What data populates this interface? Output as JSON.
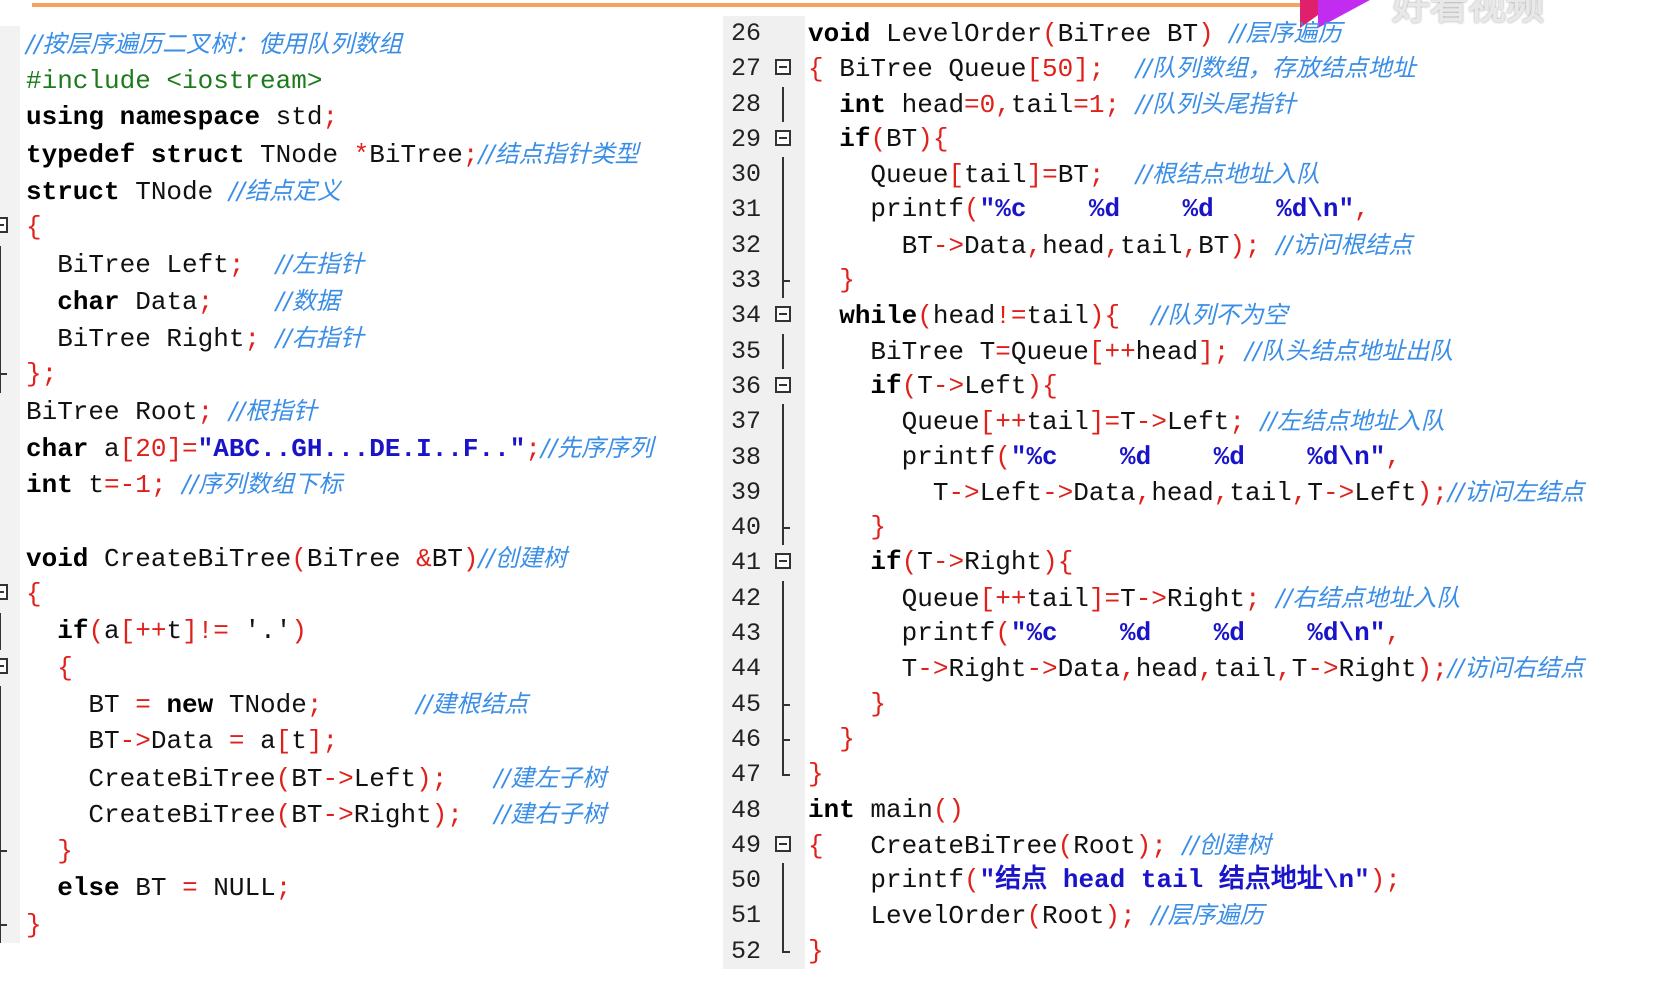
{
  "watermark": {
    "text": "好看视频"
  },
  "colors": {
    "keyword": "#000000",
    "operator": "#e0201a",
    "string": "#1a14c8",
    "comment": "#3a8ee6",
    "preprocessor": "#1c7c1c",
    "accent_line": "#f5a15f"
  },
  "left": {
    "lines": [
      [
        [
          "c",
          "//按层序遍历二叉树：使用队列数组"
        ]
      ],
      [
        [
          "g",
          "#include <iostream>"
        ]
      ],
      [
        [
          "k",
          "using"
        ],
        [
          "p",
          " "
        ],
        [
          "k",
          "namespace"
        ],
        [
          "p",
          " std"
        ],
        [
          "r",
          ";"
        ]
      ],
      [
        [
          "k",
          "typedef"
        ],
        [
          "p",
          " "
        ],
        [
          "k",
          "struct"
        ],
        [
          "p",
          " TNode "
        ],
        [
          "r",
          "*"
        ],
        [
          "p",
          "BiTree"
        ],
        [
          "r",
          ";"
        ],
        [
          "c",
          "//结点指针类型"
        ]
      ],
      [
        [
          "k",
          "struct"
        ],
        [
          "p",
          " TNode "
        ],
        [
          "c",
          "//结点定义"
        ]
      ],
      [
        [
          "r",
          "{"
        ]
      ],
      [
        [
          "p",
          "  BiTree Left"
        ],
        [
          "r",
          ";"
        ],
        [
          "p",
          "  "
        ],
        [
          "c",
          "//左指针"
        ]
      ],
      [
        [
          "p",
          "  "
        ],
        [
          "k",
          "char"
        ],
        [
          "p",
          " Data"
        ],
        [
          "r",
          ";"
        ],
        [
          "p",
          "    "
        ],
        [
          "c",
          "//数据"
        ]
      ],
      [
        [
          "p",
          "  BiTree Right"
        ],
        [
          "r",
          ";"
        ],
        [
          "p",
          " "
        ],
        [
          "c",
          "//右指针"
        ]
      ],
      [
        [
          "r",
          "};"
        ]
      ],
      [
        [
          "p",
          "BiTree Root"
        ],
        [
          "r",
          ";"
        ],
        [
          "p",
          " "
        ],
        [
          "c",
          "//根指针"
        ]
      ],
      [
        [
          "k",
          "char"
        ],
        [
          "p",
          " a"
        ],
        [
          "r",
          "[20]="
        ],
        [
          "s",
          "\"ABC..GH...DE.I..F..\""
        ],
        [
          "r",
          ";"
        ],
        [
          "c",
          "//先序序列"
        ]
      ],
      [
        [
          "k",
          "int"
        ],
        [
          "p",
          " t"
        ],
        [
          "r",
          "=-1;"
        ],
        [
          "p",
          " "
        ],
        [
          "c",
          "//序列数组下标"
        ]
      ],
      [],
      [
        [
          "k",
          "void"
        ],
        [
          "p",
          " CreateBiTree"
        ],
        [
          "r",
          "("
        ],
        [
          "p",
          "BiTree "
        ],
        [
          "r",
          "&"
        ],
        [
          "p",
          "BT"
        ],
        [
          "r",
          ")"
        ],
        [
          "c",
          "//创建树"
        ]
      ],
      [
        [
          "r",
          "{"
        ]
      ],
      [
        [
          "p",
          "  "
        ],
        [
          "k",
          "if"
        ],
        [
          "r",
          "("
        ],
        [
          "p",
          "a"
        ],
        [
          "r",
          "[++"
        ],
        [
          "p",
          "t"
        ],
        [
          "r",
          "]!="
        ],
        [
          "p",
          " '.'"
        ],
        [
          "r",
          ")"
        ]
      ],
      [
        [
          "p",
          "  "
        ],
        [
          "r",
          "{"
        ]
      ],
      [
        [
          "p",
          "    BT "
        ],
        [
          "r",
          "="
        ],
        [
          "p",
          " "
        ],
        [
          "k",
          "new"
        ],
        [
          "p",
          " TNode"
        ],
        [
          "r",
          ";"
        ],
        [
          "p",
          "      "
        ],
        [
          "c",
          "//建根结点"
        ]
      ],
      [
        [
          "p",
          "    BT"
        ],
        [
          "r",
          "->"
        ],
        [
          "p",
          "Data "
        ],
        [
          "r",
          "="
        ],
        [
          "p",
          " a"
        ],
        [
          "r",
          "["
        ],
        [
          "p",
          "t"
        ],
        [
          "r",
          "];"
        ]
      ],
      [
        [
          "p",
          "    CreateBiTree"
        ],
        [
          "r",
          "("
        ],
        [
          "p",
          "BT"
        ],
        [
          "r",
          "->"
        ],
        [
          "p",
          "Left"
        ],
        [
          "r",
          ");"
        ],
        [
          "p",
          "   "
        ],
        [
          "c",
          "//建左子树"
        ]
      ],
      [
        [
          "p",
          "    CreateBiTree"
        ],
        [
          "r",
          "("
        ],
        [
          "p",
          "BT"
        ],
        [
          "r",
          "->"
        ],
        [
          "p",
          "Right"
        ],
        [
          "r",
          ");"
        ],
        [
          "p",
          "  "
        ],
        [
          "c",
          "//建右子树"
        ]
      ],
      [
        [
          "p",
          "  "
        ],
        [
          "r",
          "}"
        ]
      ],
      [
        [
          "p",
          "  "
        ],
        [
          "k",
          "else"
        ],
        [
          "p",
          " BT "
        ],
        [
          "r",
          "="
        ],
        [
          "p",
          " NULL"
        ],
        [
          "r",
          ";"
        ]
      ],
      [
        [
          "r",
          "}"
        ]
      ]
    ],
    "folds": [
      "",
      "",
      "",
      "",
      "",
      "box",
      "bar",
      "bar",
      "bar",
      "tick",
      "",
      "",
      "",
      "",
      "",
      "box",
      "bar",
      "box",
      "bar",
      "bar",
      "bar",
      "bar",
      "tick",
      "bar",
      "tick"
    ]
  },
  "right": {
    "line_numbers": [
      "26",
      "27",
      "28",
      "29",
      "30",
      "31",
      "32",
      "33",
      "34",
      "35",
      "36",
      "37",
      "38",
      "39",
      "40",
      "41",
      "42",
      "43",
      "44",
      "45",
      "46",
      "47",
      "48",
      "49",
      "50",
      "51",
      "52"
    ],
    "folds": [
      "",
      "box",
      "bar",
      "box",
      "bar",
      "bar",
      "bar",
      "tick",
      "box",
      "bar",
      "box",
      "bar",
      "bar",
      "bar",
      "tick",
      "box",
      "bar",
      "bar",
      "bar",
      "tick",
      "tick",
      "end",
      "",
      "box",
      "bar",
      "bar",
      "end"
    ],
    "lines": [
      [
        [
          "k",
          "void"
        ],
        [
          "p",
          " LevelOrder"
        ],
        [
          "r",
          "("
        ],
        [
          "p",
          "BiTree BT"
        ],
        [
          "r",
          ")"
        ],
        [
          "p",
          " "
        ],
        [
          "c",
          "//层序遍历"
        ]
      ],
      [
        [
          "r",
          "{"
        ],
        [
          "p",
          " BiTree Queue"
        ],
        [
          "r",
          "[50];"
        ],
        [
          "p",
          "  "
        ],
        [
          "c",
          "//队列数组，存放结点地址"
        ]
      ],
      [
        [
          "p",
          "  "
        ],
        [
          "k",
          "int"
        ],
        [
          "p",
          " head"
        ],
        [
          "r",
          "=0,"
        ],
        [
          "p",
          "tail"
        ],
        [
          "r",
          "=1;"
        ],
        [
          "p",
          " "
        ],
        [
          "c",
          "//队列头尾指针"
        ]
      ],
      [
        [
          "p",
          "  "
        ],
        [
          "k",
          "if"
        ],
        [
          "r",
          "("
        ],
        [
          "p",
          "BT"
        ],
        [
          "r",
          "){"
        ]
      ],
      [
        [
          "p",
          "    Queue"
        ],
        [
          "r",
          "["
        ],
        [
          "p",
          "tail"
        ],
        [
          "r",
          "]="
        ],
        [
          "p",
          "BT"
        ],
        [
          "r",
          ";"
        ],
        [
          "p",
          "  "
        ],
        [
          "c",
          "//根结点地址入队"
        ]
      ],
      [
        [
          "p",
          "    printf"
        ],
        [
          "r",
          "("
        ],
        [
          "s",
          "\"%c    %d    %d    %d\\n\""
        ],
        [
          "r",
          ","
        ]
      ],
      [
        [
          "p",
          "      BT"
        ],
        [
          "r",
          "->"
        ],
        [
          "p",
          "Data"
        ],
        [
          "r",
          ","
        ],
        [
          "p",
          "head"
        ],
        [
          "r",
          ","
        ],
        [
          "p",
          "tail"
        ],
        [
          "r",
          ","
        ],
        [
          "p",
          "BT"
        ],
        [
          "r",
          ");"
        ],
        [
          "p",
          " "
        ],
        [
          "c",
          "//访问根结点"
        ]
      ],
      [
        [
          "p",
          "  "
        ],
        [
          "r",
          "}"
        ]
      ],
      [
        [
          "p",
          "  "
        ],
        [
          "k",
          "while"
        ],
        [
          "r",
          "("
        ],
        [
          "p",
          "head"
        ],
        [
          "r",
          "!="
        ],
        [
          "p",
          "tail"
        ],
        [
          "r",
          "){"
        ],
        [
          "p",
          "  "
        ],
        [
          "c",
          "//队列不为空"
        ]
      ],
      [
        [
          "p",
          "    BiTree T"
        ],
        [
          "r",
          "="
        ],
        [
          "p",
          "Queue"
        ],
        [
          "r",
          "[++"
        ],
        [
          "p",
          "head"
        ],
        [
          "r",
          "];"
        ],
        [
          "p",
          " "
        ],
        [
          "c",
          "//队头结点地址出队"
        ]
      ],
      [
        [
          "p",
          "    "
        ],
        [
          "k",
          "if"
        ],
        [
          "r",
          "("
        ],
        [
          "p",
          "T"
        ],
        [
          "r",
          "->"
        ],
        [
          "p",
          "Left"
        ],
        [
          "r",
          "){"
        ]
      ],
      [
        [
          "p",
          "      Queue"
        ],
        [
          "r",
          "[++"
        ],
        [
          "p",
          "tail"
        ],
        [
          "r",
          "]="
        ],
        [
          "p",
          "T"
        ],
        [
          "r",
          "->"
        ],
        [
          "p",
          "Left"
        ],
        [
          "r",
          ";"
        ],
        [
          "p",
          " "
        ],
        [
          "c",
          "//左结点地址入队"
        ]
      ],
      [
        [
          "p",
          "      printf"
        ],
        [
          "r",
          "("
        ],
        [
          "s",
          "\"%c    %d    %d    %d\\n\""
        ],
        [
          "r",
          ","
        ]
      ],
      [
        [
          "p",
          "        T"
        ],
        [
          "r",
          "->"
        ],
        [
          "p",
          "Left"
        ],
        [
          "r",
          "->"
        ],
        [
          "p",
          "Data"
        ],
        [
          "r",
          ","
        ],
        [
          "p",
          "head"
        ],
        [
          "r",
          ","
        ],
        [
          "p",
          "tail"
        ],
        [
          "r",
          ","
        ],
        [
          "p",
          "T"
        ],
        [
          "r",
          "->"
        ],
        [
          "p",
          "Left"
        ],
        [
          "r",
          ");"
        ],
        [
          "c",
          "//访问左结点"
        ]
      ],
      [
        [
          "p",
          "    "
        ],
        [
          "r",
          "}"
        ]
      ],
      [
        [
          "p",
          "    "
        ],
        [
          "k",
          "if"
        ],
        [
          "r",
          "("
        ],
        [
          "p",
          "T"
        ],
        [
          "r",
          "->"
        ],
        [
          "p",
          "Right"
        ],
        [
          "r",
          "){"
        ]
      ],
      [
        [
          "p",
          "      Queue"
        ],
        [
          "r",
          "[++"
        ],
        [
          "p",
          "tail"
        ],
        [
          "r",
          "]="
        ],
        [
          "p",
          "T"
        ],
        [
          "r",
          "->"
        ],
        [
          "p",
          "Right"
        ],
        [
          "r",
          ";"
        ],
        [
          "p",
          " "
        ],
        [
          "c",
          "//右结点地址入队"
        ]
      ],
      [
        [
          "p",
          "      printf"
        ],
        [
          "r",
          "("
        ],
        [
          "s",
          "\"%c    %d    %d    %d\\n\""
        ],
        [
          "r",
          ","
        ]
      ],
      [
        [
          "p",
          "      T"
        ],
        [
          "r",
          "->"
        ],
        [
          "p",
          "Right"
        ],
        [
          "r",
          "->"
        ],
        [
          "p",
          "Data"
        ],
        [
          "r",
          ","
        ],
        [
          "p",
          "head"
        ],
        [
          "r",
          ","
        ],
        [
          "p",
          "tail"
        ],
        [
          "r",
          ","
        ],
        [
          "p",
          "T"
        ],
        [
          "r",
          "->"
        ],
        [
          "p",
          "Right"
        ],
        [
          "r",
          ");"
        ],
        [
          "c",
          "//访问右结点"
        ]
      ],
      [
        [
          "p",
          "    "
        ],
        [
          "r",
          "}"
        ]
      ],
      [
        [
          "p",
          "  "
        ],
        [
          "r",
          "}"
        ]
      ],
      [
        [
          "r",
          "}"
        ]
      ],
      [
        [
          "k",
          "int"
        ],
        [
          "p",
          " main"
        ],
        [
          "r",
          "()"
        ]
      ],
      [
        [
          "r",
          "{"
        ],
        [
          "p",
          "   CreateBiTree"
        ],
        [
          "r",
          "("
        ],
        [
          "p",
          "Root"
        ],
        [
          "r",
          ");"
        ],
        [
          "p",
          " "
        ],
        [
          "c",
          "//创建树"
        ]
      ],
      [
        [
          "p",
          "    printf"
        ],
        [
          "r",
          "("
        ],
        [
          "s",
          "\"结点 head tail 结点地址\\n\""
        ],
        [
          "r",
          ");"
        ]
      ],
      [
        [
          "p",
          "    LevelOrder"
        ],
        [
          "r",
          "("
        ],
        [
          "p",
          "Root"
        ],
        [
          "r",
          ");"
        ],
        [
          "p",
          " "
        ],
        [
          "c",
          "//层序遍历"
        ]
      ],
      [
        [
          "r",
          "}"
        ]
      ]
    ]
  }
}
